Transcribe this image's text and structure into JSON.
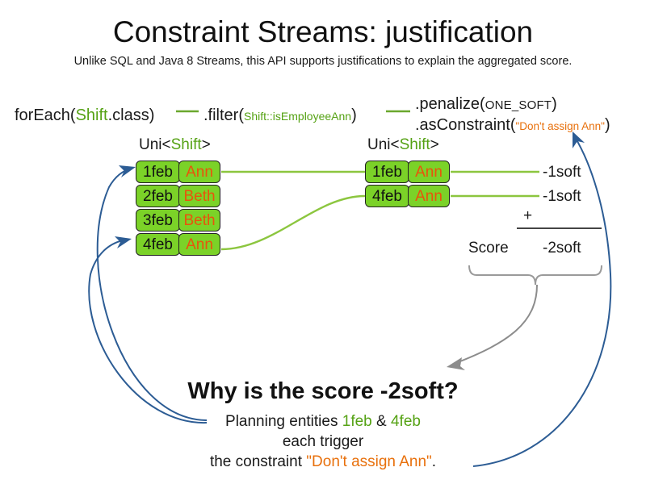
{
  "slide": {
    "title": "Constraint Streams: justification",
    "subtitle": "Unlike SQL and Java 8 Streams, this API supports justifications to explain the aggregated score."
  },
  "colors": {
    "card_fill": "#7BD228",
    "card_border": "#222222",
    "name_text": "#E8540C",
    "type_green": "#55A214",
    "line_green": "#8CC63F",
    "string_orange": "#E8700C",
    "arrow_blue": "#2C5C94",
    "arrow_grey": "#8C8C8C"
  },
  "pipeline": {
    "foreach": {
      "prefix": "forEach(",
      "type": "Shift",
      "suffix": ".class)"
    },
    "filter": {
      "prefix": ".filter(",
      "method_ref": "Shift::isEmployeeAnn",
      "suffix": ")"
    },
    "penalize": {
      "prefix": ".penalize(",
      "score_level": "ONE_SOFT",
      "suffix": ")"
    },
    "as_constraint": {
      "prefix": ".asConstraint(",
      "constraint_name": "\"Don't assign Ann\"",
      "suffix": ")"
    }
  },
  "streams": {
    "left": {
      "label_prefix": "Uni<",
      "label_type": "Shift",
      "label_suffix": ">",
      "rows": [
        {
          "date": "1feb",
          "employee": "Ann"
        },
        {
          "date": "2feb",
          "employee": "Beth"
        },
        {
          "date": "3feb",
          "employee": "Beth"
        },
        {
          "date": "4feb",
          "employee": "Ann"
        }
      ]
    },
    "right": {
      "label_prefix": "Uni<",
      "label_type": "Shift",
      "label_suffix": ">",
      "rows": [
        {
          "date": "1feb",
          "employee": "Ann"
        },
        {
          "date": "4feb",
          "employee": "Ann"
        }
      ]
    }
  },
  "score_panel": {
    "penalties": [
      "-1soft",
      "-1soft"
    ],
    "operator": "+",
    "score_label": "Score",
    "total": "-2soft"
  },
  "explanation": {
    "question": "Why is the score -2soft?",
    "line1_prefix": "Planning entities ",
    "line1_entity_a": "1feb",
    "line1_amp": " & ",
    "line1_entity_b": "4feb",
    "line2": "each trigger",
    "line3_prefix": "the constraint ",
    "line3_constraint": "\"Don't assign Ann\"",
    "line3_suffix": "."
  }
}
